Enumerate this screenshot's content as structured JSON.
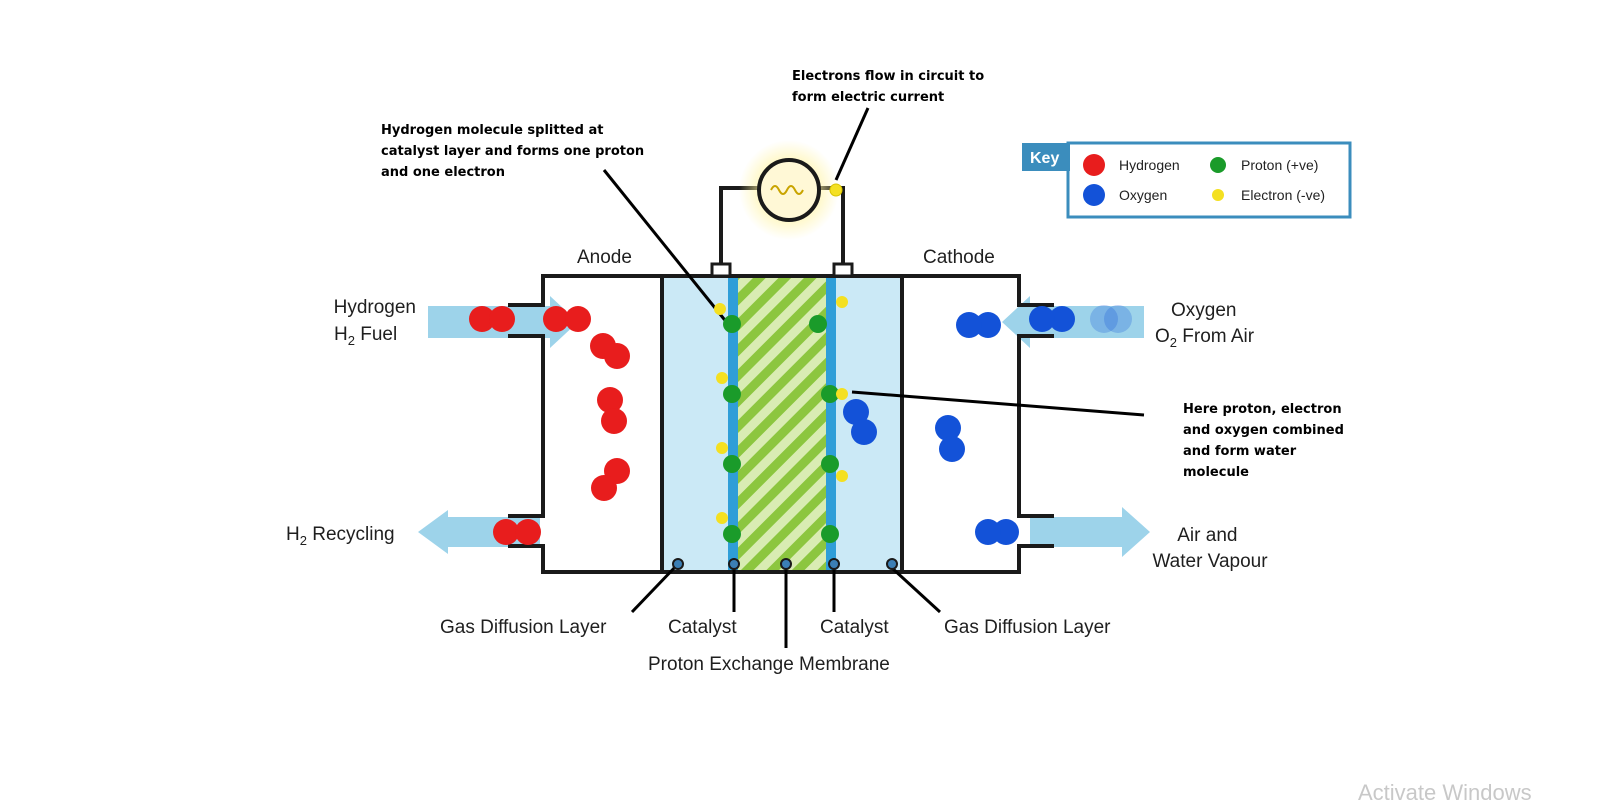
{
  "annotations": {
    "electron_flow": [
      "Electrons flow in circuit to",
      "form electric current"
    ],
    "hydrogen_split": [
      "Hydrogen molecule splitted at",
      "catalyst layer and forms one proton",
      "and one electron"
    ],
    "water_formation": [
      "Here proton, electron",
      "and oxygen combined",
      "and form water",
      "molecule"
    ]
  },
  "labels": {
    "anode": "Anode",
    "cathode": "Cathode",
    "hydrogen_fuel": [
      "Hydrogen",
      "H",
      "2",
      " Fuel"
    ],
    "h2_recycling": [
      "H",
      "2",
      " Recycling"
    ],
    "oxygen_in": [
      "Oxygen",
      "O",
      "2",
      " From Air"
    ],
    "air_water": [
      "Air and",
      "Water Vapour"
    ],
    "gas_diffusion_left": "Gas Diffusion Layer",
    "catalyst_left": "Catalyst",
    "catalyst_right": "Catalyst",
    "gas_diffusion_right": "Gas Diffusion Layer",
    "pem": "Proton Exchange Membrane"
  },
  "key": {
    "title": "Key",
    "items": [
      {
        "label": "Hydrogen",
        "color": "#e81d1d",
        "icon": "hydrogen-atom-icon"
      },
      {
        "label": "Proton (+ve)",
        "color": "#1a9b2a",
        "icon": "proton-icon"
      },
      {
        "label": "Oxygen",
        "color": "#1352d8",
        "icon": "oxygen-atom-icon"
      },
      {
        "label": "Electron (-ve)",
        "color": "#f4e021",
        "icon": "electron-icon"
      }
    ]
  },
  "watermark": "Activate Windows",
  "colors": {
    "hydrogen": "#e81d1d",
    "oxygen": "#1352d8",
    "proton": "#1a9b2a",
    "electron": "#f4e021",
    "flow_arrow": "#9dd3ea",
    "gdl_fill": "#cbe9f6",
    "catalyst": "#2f9ed8",
    "membrane": "#8cc63f",
    "key_border": "#3b8dbd"
  }
}
